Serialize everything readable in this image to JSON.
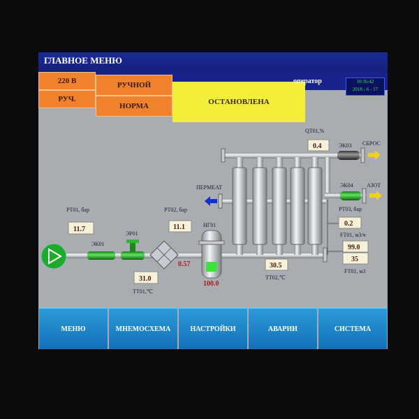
{
  "header": {
    "title": "ГЛАВНОЕ МЕНЮ",
    "user": "оператор",
    "time": "10:16:42",
    "date": "2018 - 6 - 17"
  },
  "status": {
    "voltage": "220 В",
    "mode": "РУЧНОЙ",
    "control": "РУЧ.",
    "condition": "НОРМА",
    "state": "ОСТАНОВЛЕНА"
  },
  "diagram": {
    "pt01": {
      "label": "PT01, бар",
      "value": "11.7"
    },
    "ek01": "ЭК01",
    "er01": "ЭР01",
    "pt02": {
      "label": "PT02, бар",
      "value": "11.1"
    },
    "dp_value": "0.57",
    "tt01": {
      "label": "TT01,℃",
      "value": "31.0"
    },
    "ng01": {
      "label": "НГ01",
      "value": "100.0"
    },
    "qt01": {
      "label": "QT01,%",
      "value": "0.4"
    },
    "ek03": "ЭК03",
    "sbros": "СБРОС",
    "permeat": "ПЕРМЕАТ",
    "ek04": "ЭК04",
    "azot": "АЗОТ",
    "pt03": {
      "label": "PT03, бар",
      "value": "0.2"
    },
    "ft01_rate": {
      "label": "FT01, м3/ч",
      "value": "99.0"
    },
    "ft01_total": {
      "label": "FT01, м3",
      "value": "35"
    },
    "tt02": {
      "label": "TT02,℃",
      "value": "30.5"
    }
  },
  "nav": [
    "МЕНЮ",
    "МНЕМОСХЕМА",
    "НАСТРОЙКИ",
    "АВАРИИ",
    "СИСТЕМА"
  ],
  "colors": {
    "accent_orange": "#f0822e",
    "state_yellow": "#f2ee3a",
    "valve_green": "#2fb52f",
    "nav_blue": "#1d84c8"
  }
}
